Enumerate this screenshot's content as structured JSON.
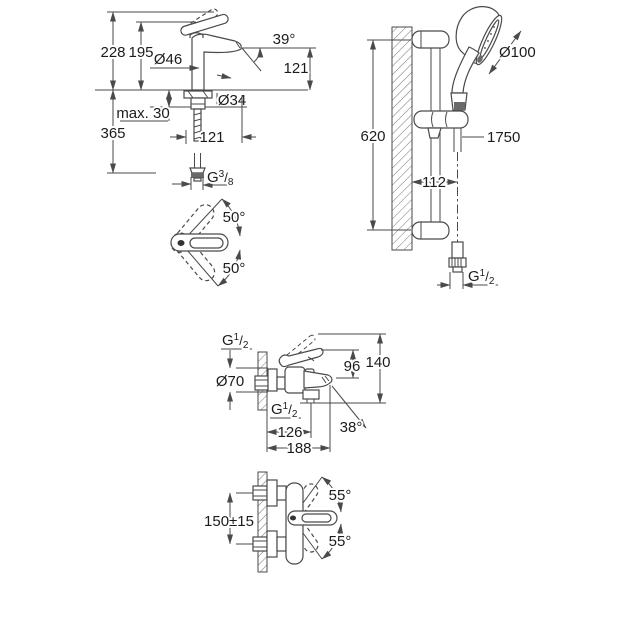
{
  "colors": {
    "line_color": "#4a4a4a",
    "text_color": "#1c1c1c",
    "background": "#ffffff"
  },
  "basin_mixer": {
    "total_height": "228",
    "body_height": "195",
    "body_diameter": "Ø46",
    "spout_angle": "39°",
    "spout_height": "121",
    "hole_diameter": "Ø34",
    "max_deck_thickness": "max. 30",
    "below_deck_length": "365",
    "spout_projection": "121",
    "thread": {
      "g": "G",
      "sup": "3",
      "slash": "/",
      "sub": "8"
    },
    "swivel_upper": "50°",
    "swivel_lower": "50°"
  },
  "shower_set": {
    "head_diameter": "Ø100",
    "rail_length": "620",
    "hose_length": "1750",
    "wall_clearance": "112",
    "thread": {
      "g": "G",
      "sup": "1",
      "slash": "/",
      "sub": "2"
    }
  },
  "bath_mixer": {
    "inlet_thread": {
      "g": "G",
      "sup": "1",
      "slash": "/",
      "sub": "2"
    },
    "escutcheon_diameter": "Ø70",
    "spout_height": "96",
    "total_height": "140",
    "outlet_thread": {
      "g": "G",
      "sup": "1",
      "slash": "/",
      "sub": "2"
    },
    "outlet_projection": "126",
    "outlet_angle": "38°",
    "total_projection": "188",
    "centers_distance": "150±15",
    "swivel_upper": "55°",
    "swivel_lower": "55°"
  }
}
